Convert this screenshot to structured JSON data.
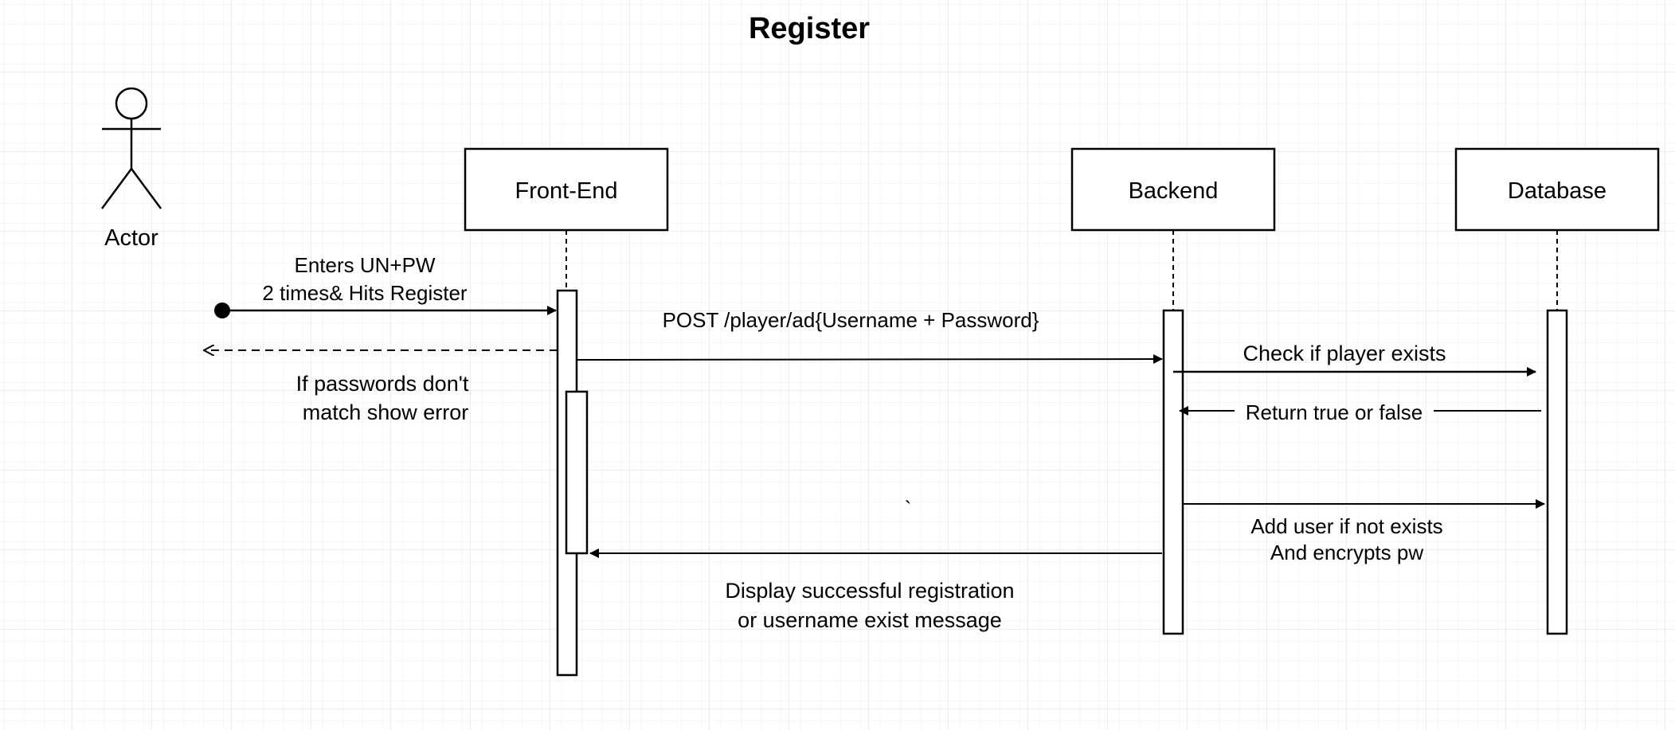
{
  "diagram": {
    "title": "Register",
    "actor": {
      "label": "Actor"
    },
    "participants": [
      {
        "label": "Front-End"
      },
      {
        "label": "Backend"
      },
      {
        "label": "Database"
      }
    ],
    "messages": {
      "enters": [
        "Enters UN+PW",
        "2 times& Hits Register"
      ],
      "error": [
        "If passwords don't",
        "match show error"
      ],
      "post": "POST /player/ad{Username + Password}",
      "check": "Check if player exists",
      "return": "Return true or false",
      "add": [
        "Add user if not exists",
        "And encrypts pw"
      ],
      "display": [
        "Display successful registration",
        "or username exist message"
      ],
      "stray_mark": "`"
    }
  }
}
